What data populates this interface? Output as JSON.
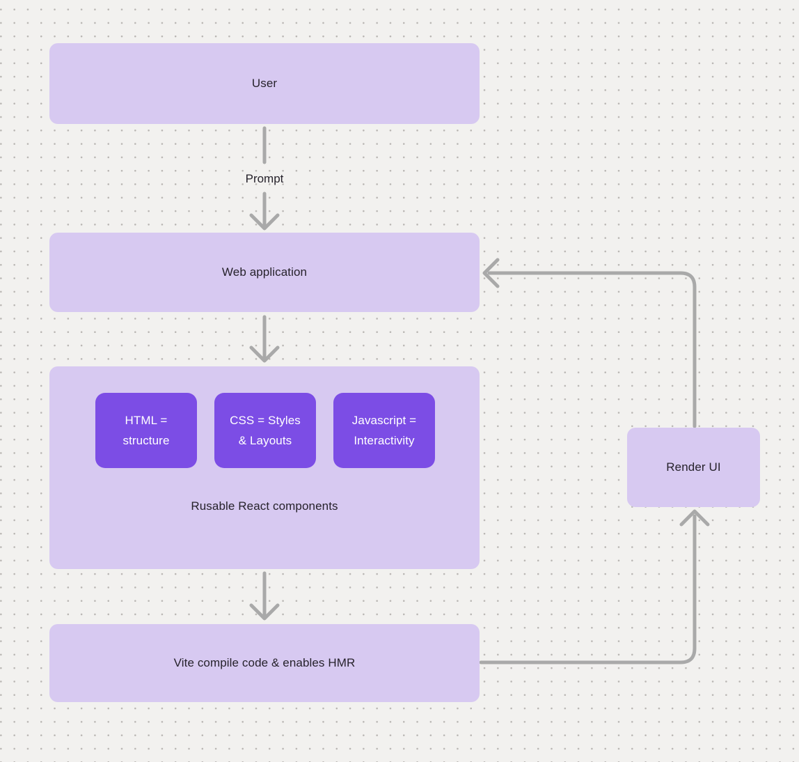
{
  "canvas": {
    "type": "whiteboard-flowchart",
    "colors": {
      "canvas_background": "#f2f1ef",
      "grid_dot": "#b8b5b2",
      "connector": "#a9a9a9",
      "node_light_fill": "#d7c9f1",
      "node_dark_fill": "#7c4de5",
      "node_text_dark": "#26222b",
      "node_text_light": "#ffffff"
    }
  },
  "nodes": {
    "user": {
      "label": "User"
    },
    "web_application": {
      "label": "Web application"
    },
    "components_group": {
      "caption": "Rusable React components",
      "children": [
        {
          "line1": "HTML =",
          "line2": "structure"
        },
        {
          "line1": "CSS = Styles",
          "line2": "& Layouts"
        },
        {
          "line1": "Javascript =",
          "line2": "Interactivity"
        }
      ]
    },
    "vite": {
      "label": "Vite compile code & enables HMR"
    },
    "render_ui": {
      "label": "Render UI"
    }
  },
  "edges": {
    "prompt_label": "Prompt",
    "flow": [
      "User -> Web application (labeled Prompt)",
      "Web application -> Components group",
      "Components group -> Vite compile code & enables HMR",
      "Vite compile code & enables HMR -> Render UI",
      "Render UI -> Web application"
    ]
  }
}
